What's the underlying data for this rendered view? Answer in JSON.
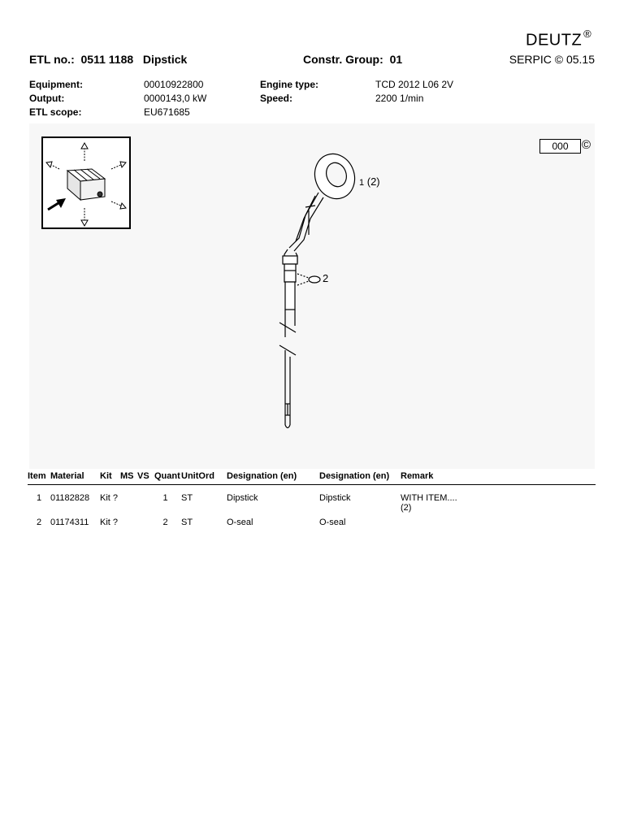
{
  "header": {
    "brand": "DEUTZ",
    "brand_mark": "®",
    "etl_label": "ETL no.:",
    "etl_number": "0511 1188",
    "etl_title": "Dipstick",
    "group_label": "Constr. Group:",
    "group_value": "01",
    "serpic": "SERPIC © 05.15"
  },
  "meta": {
    "equipment_label": "Equipment:",
    "equipment_value": "00010922800",
    "output_label": "Output:",
    "output_value": "0000143,0 kW",
    "scope_label": "ETL scope:",
    "scope_value": "EU671685",
    "engine_label": "Engine type:",
    "engine_value": "TCD 2012 L06 2V",
    "speed_label": "Speed:",
    "speed_value": "2200 1/min"
  },
  "figure": {
    "code": "000",
    "copyright": "©",
    "callout_1_num": "1",
    "callout_1_ref": "(2)",
    "callout_2": "2"
  },
  "table": {
    "headers": [
      "Item",
      "Material",
      "Kit",
      "MS",
      "VS",
      "Quant",
      "UnitOrd",
      "Designation (en)",
      "Designation (en)",
      "Remark"
    ],
    "rows": [
      {
        "item": "1",
        "material": "01182828",
        "kit": "Kit ?",
        "ms": "",
        "vs": "",
        "quant": "1",
        "unit": "ST",
        "des1": "Dipstick",
        "des2": "Dipstick",
        "remark": "WITH ITEM....",
        "remark2": "(2)"
      },
      {
        "item": "2",
        "material": "01174311",
        "kit": "Kit ?",
        "ms": "",
        "vs": "",
        "quant": "2",
        "unit": "ST",
        "des1": "O-seal",
        "des2": "O-seal",
        "remark": "",
        "remark2": ""
      }
    ]
  }
}
